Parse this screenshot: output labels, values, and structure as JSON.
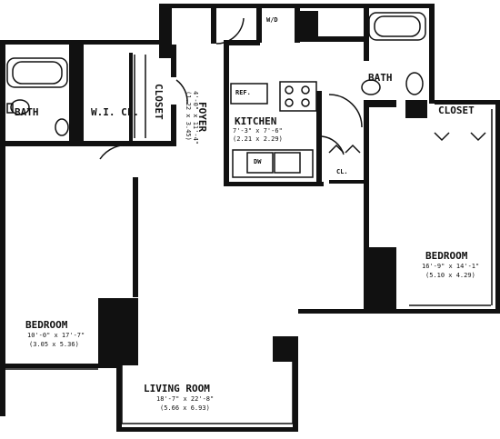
{
  "rooms": {
    "bath_left": {
      "name": "BATH"
    },
    "walk_in_closet": {
      "name": "W.I. CL."
    },
    "closet_left": {
      "name": "CLOSET"
    },
    "foyer": {
      "name": "FOYER",
      "dim_ft": "4'-0\" x 11'-4\"",
      "dim_m": "(1.22 x 3.45)"
    },
    "kitchen": {
      "name": "KITCHEN",
      "dim_ft": "7'-3\" x 7'-6\"",
      "dim_m": "(2.21 x 2.29)"
    },
    "washer_dryer": {
      "name": "W/D"
    },
    "bath_right": {
      "name": "BATH"
    },
    "closet_right": {
      "name": "CLOSET"
    },
    "coat_closet": {
      "name": "CL."
    },
    "bedroom_right": {
      "name": "BEDROOM",
      "dim_ft": "16'-9\" x 14'-1\"",
      "dim_m": "(5.10 x 4.29)"
    },
    "bedroom_left": {
      "name": "BEDROOM",
      "dim_ft": "10'-0\" x 17'-7\"",
      "dim_m": "(3.05 x 5.36)"
    },
    "living_room": {
      "name": "LIVING ROOM",
      "dim_ft": "18'-7\" x 22'-8\"",
      "dim_m": "(5.66 x 6.93)"
    }
  },
  "fixtures": {
    "refrigerator": "REF.",
    "dishwasher": "DW"
  },
  "colors": {
    "wall": "#111111",
    "line": "#111111",
    "background": "#ffffff"
  }
}
